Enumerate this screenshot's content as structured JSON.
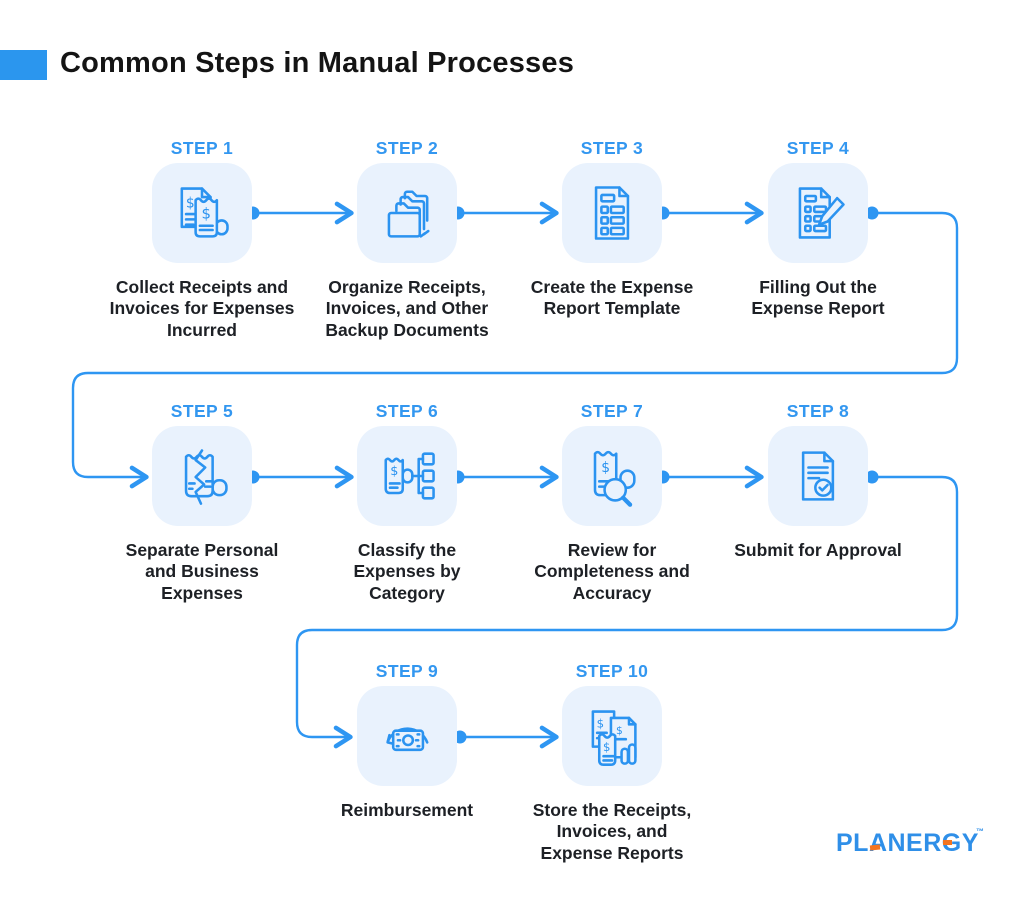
{
  "title": "Common Steps in Manual Processes",
  "colors": {
    "accent_blue": "#2b96ee",
    "line_blue": "#2e96f2",
    "step_label_blue": "#3397f0",
    "icon_bg": "#e9f2fd",
    "text_dark": "#1d2025",
    "logo_blue": "#2f8fe8",
    "logo_orange": "#f4741f"
  },
  "steps": [
    {
      "label": "STEP 1",
      "icon": "receipts-invoices-icon",
      "description": "Collect Receipts and Invoices for Expenses Incurred"
    },
    {
      "label": "STEP 2",
      "icon": "folders-icon",
      "description": "Organize Receipts, Invoices, and Other Backup Documents"
    },
    {
      "label": "STEP 3",
      "icon": "report-template-icon",
      "description": "Create the Expense Report Template"
    },
    {
      "label": "STEP 4",
      "icon": "fill-report-icon",
      "description": "Filling Out the Expense Report"
    },
    {
      "label": "STEP 5",
      "icon": "torn-receipt-icon",
      "description": "Separate Personal and Business Expenses"
    },
    {
      "label": "STEP 6",
      "icon": "classify-category-icon",
      "description": "Classify the Expenses by Category"
    },
    {
      "label": "STEP 7",
      "icon": "review-magnifier-icon",
      "description": "Review for Completeness and Accuracy"
    },
    {
      "label": "STEP 8",
      "icon": "approval-document-icon",
      "description": "Submit for Approval"
    },
    {
      "label": "STEP 9",
      "icon": "money-return-icon",
      "description": "Reimbursement"
    },
    {
      "label": "STEP 10",
      "icon": "stored-records-icon",
      "description": "Store the Receipts, Invoices, and Expense Reports"
    }
  ],
  "footer": {
    "brand": "PLANERGY",
    "trademark": "™"
  }
}
